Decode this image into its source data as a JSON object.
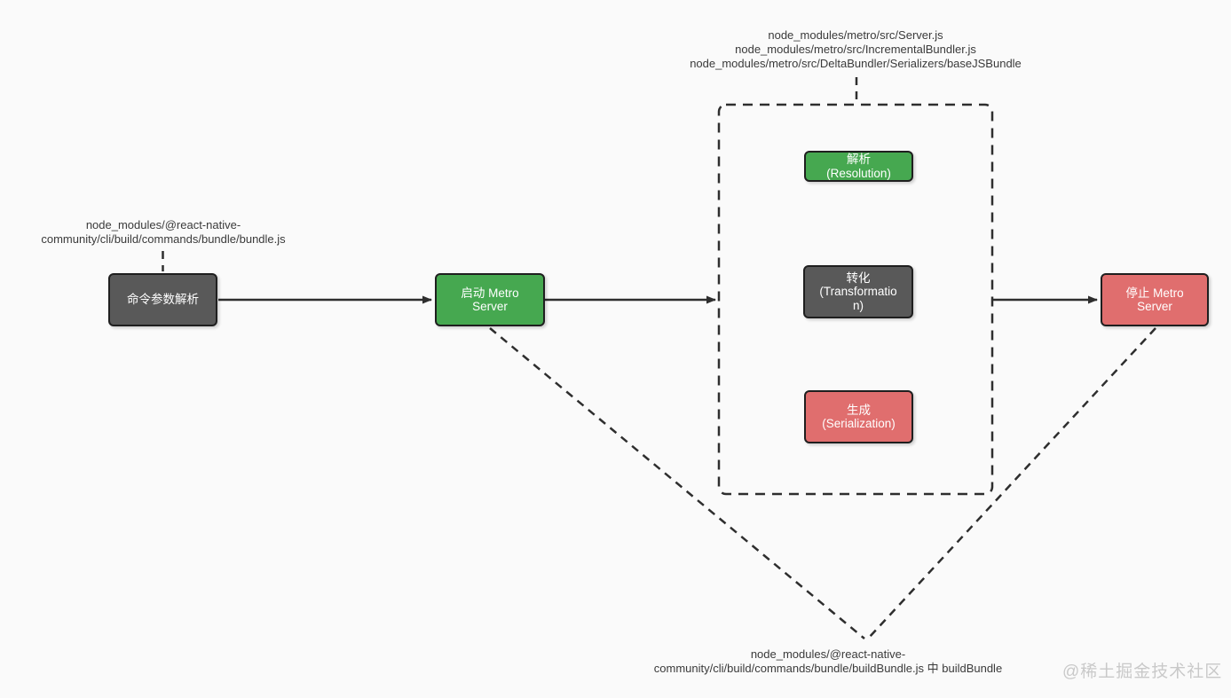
{
  "meta": {
    "watermark": "@稀土掘金技术社区"
  },
  "colors": {
    "background": "#fafafa",
    "node_dark": "#595959",
    "node_green": "#46a850",
    "node_red": "#e06e6e",
    "node_border": "#1f1f1f",
    "node_text": "#ffffff",
    "line": "#2e2e2e",
    "annotation_text": "#3a3a3a",
    "watermark_text": "#c9c9c9"
  },
  "annotations": {
    "metro_internals": [
      "node_modules/metro/src/Server.js",
      "node_modules/metro/src/IncrementalBundler.js",
      "node_modules/metro/src/DeltaBundler/Serializers/baseJSBundle"
    ],
    "bundle_entry": [
      "node_modules/@react-native-",
      "community/cli/build/commands/bundle/bundle.js"
    ],
    "build_bundle": [
      "node_modules/@react-native-",
      "community/cli/build/commands/bundle/buildBundle.js 中 buildBundle"
    ]
  },
  "nodes": {
    "parse_args": {
      "label": [
        "命令参数解析"
      ],
      "variant": "dark"
    },
    "start_metro": {
      "label": [
        "启动 Metro",
        "Server"
      ],
      "variant": "green"
    },
    "resolution": {
      "label": [
        "解析",
        "(Resolution)"
      ],
      "variant": "green"
    },
    "transformation": {
      "label": [
        "转化",
        "(Transformatio",
        "n)"
      ],
      "variant": "dark"
    },
    "serialization": {
      "label": [
        "生成",
        "(Serialization)"
      ],
      "variant": "red"
    },
    "stop_metro": {
      "label": [
        "停止 Metro",
        "Server"
      ],
      "variant": "red"
    }
  }
}
